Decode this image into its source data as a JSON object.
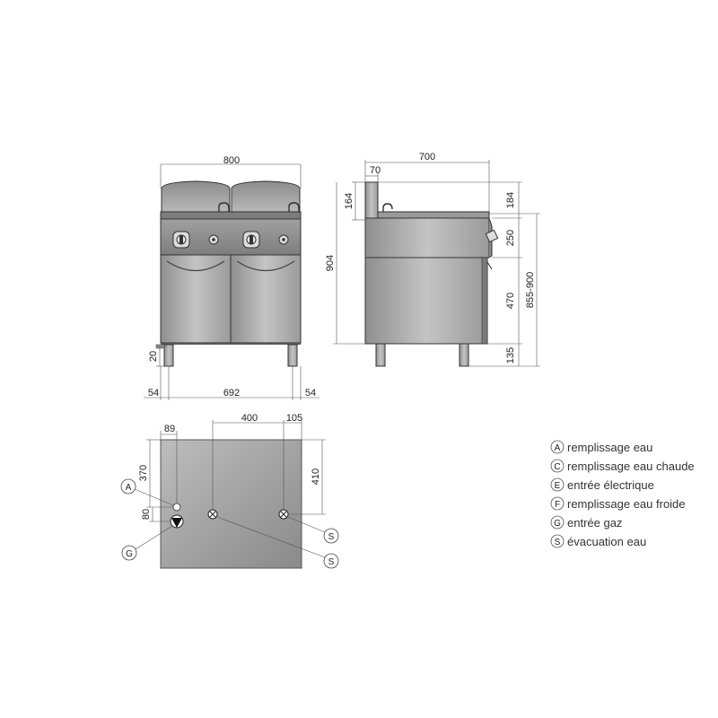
{
  "front_view": {
    "width_label": "800",
    "foot_height_label": "20",
    "left_offset_label": "54",
    "feet_span_label": "692",
    "right_offset_label": "54"
  },
  "side_view": {
    "depth_label": "700",
    "top_offset_label": "70",
    "backsplash_height_label": "164",
    "total_height_label": "904",
    "top_label": "184",
    "panel_label": "250",
    "cabinet_label": "470",
    "height_range_label": "855-900",
    "foot_label": "135"
  },
  "plan_view": {
    "left_pos_label": "89",
    "mid_span_label": "400",
    "right_pos_label": "105",
    "left_height_label": "370",
    "right_height_label": "410",
    "gap_label": "80",
    "callout_a": "A",
    "callout_g": "G",
    "callout_s1": "S",
    "callout_s2": "S"
  },
  "legend": [
    {
      "key": "A",
      "text": "remplissage eau"
    },
    {
      "key": "C",
      "text": "remplissage eau chaude"
    },
    {
      "key": "E",
      "text": "entrée électrique"
    },
    {
      "key": "F",
      "text": "remplissage eau froide"
    },
    {
      "key": "G",
      "text": "entrée gaz"
    },
    {
      "key": "S",
      "text": "évacuation eau"
    }
  ]
}
